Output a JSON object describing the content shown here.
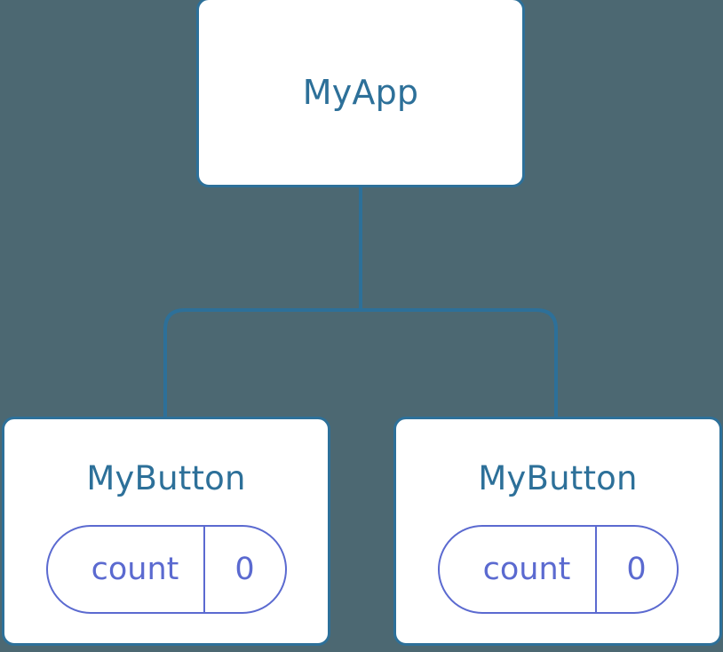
{
  "diagram": {
    "type": "component-tree",
    "background_color": "#4c6872",
    "node_border_color": "#2d7099",
    "node_fill_color": "#ffffff",
    "node_title_color": "#2d7099",
    "state_accent_color": "#5b6ad0",
    "edge_color": "#2d7099",
    "root": {
      "label": "MyApp"
    },
    "children": [
      {
        "label": "MyButton",
        "state": {
          "key": "count",
          "value": "0"
        }
      },
      {
        "label": "MyButton",
        "state": {
          "key": "count",
          "value": "0"
        }
      }
    ]
  }
}
